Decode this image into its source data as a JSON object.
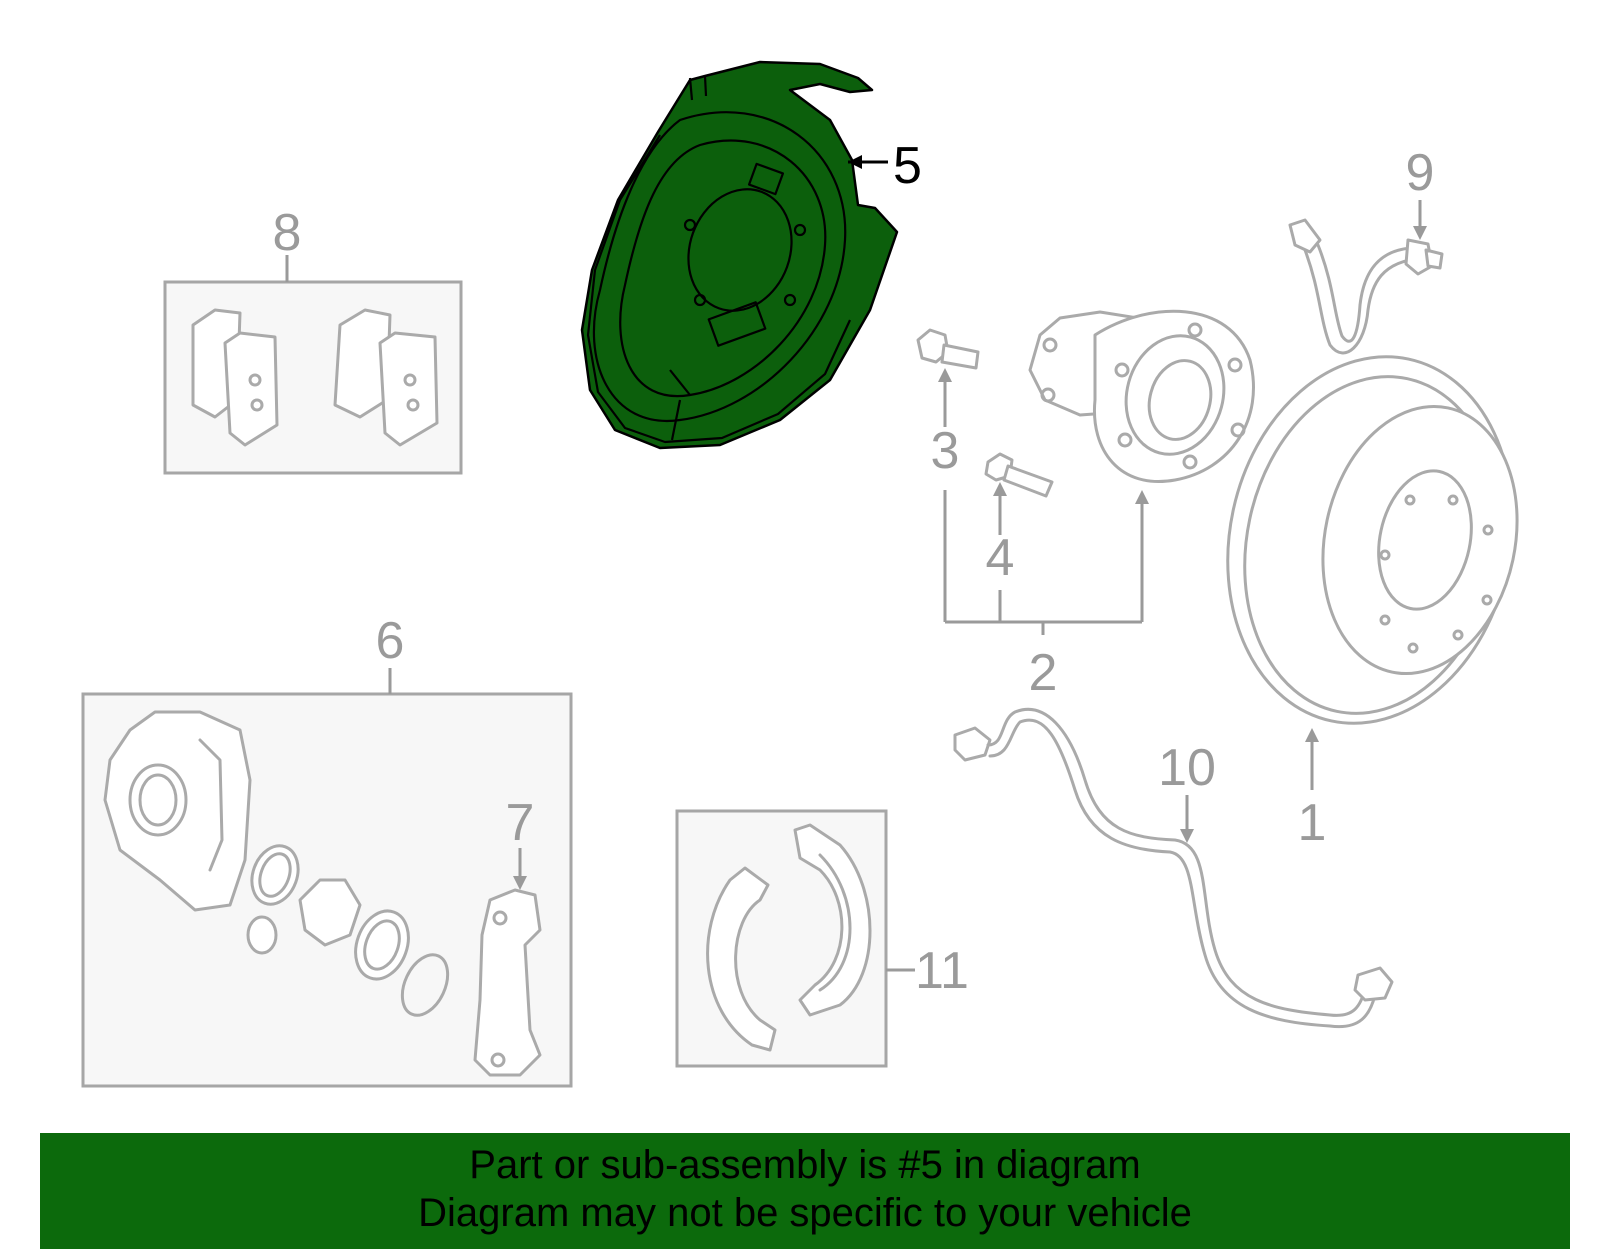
{
  "callouts": {
    "c1": "1",
    "c2": "2",
    "c3": "3",
    "c4": "4",
    "c5": "5",
    "c6": "6",
    "c7": "7",
    "c8": "8",
    "c9": "9",
    "c10": "10",
    "c11": "11"
  },
  "highlighted_part": "5",
  "colors": {
    "highlight": "#0c5f0c",
    "banner": "#0c6a0c",
    "line_art": "#aaaaaa"
  },
  "banner": {
    "line1": "Part or sub-assembly is #5 in diagram",
    "line2": "Diagram may not be specific to your vehicle"
  }
}
